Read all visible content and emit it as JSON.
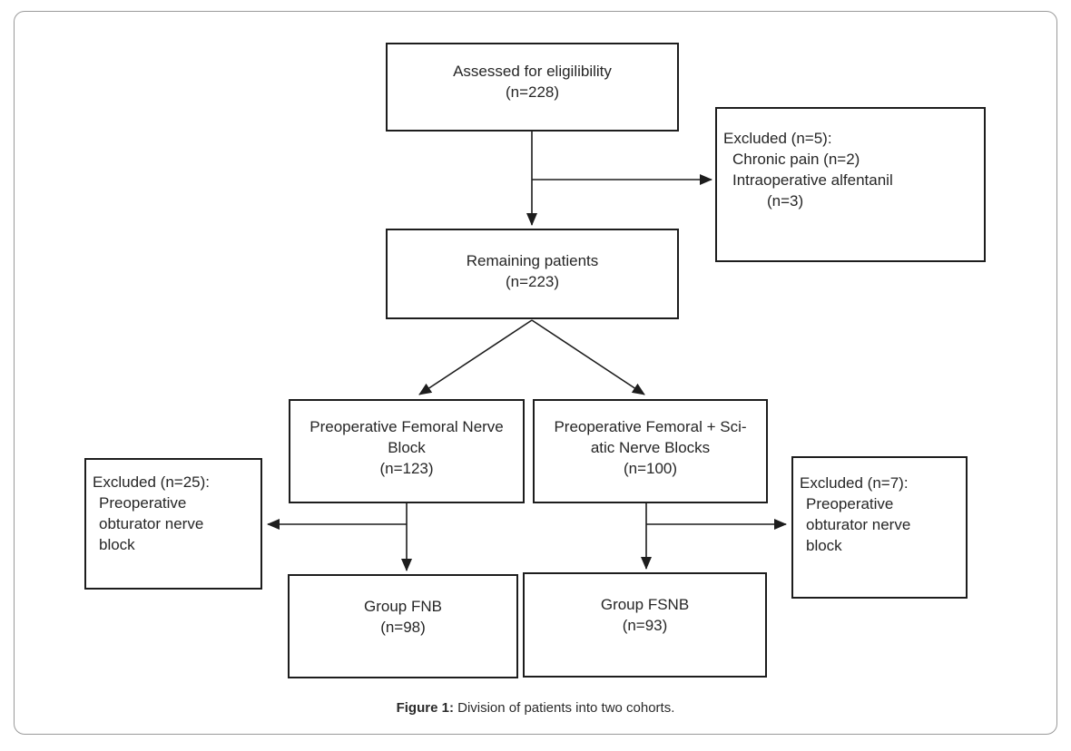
{
  "figure": {
    "caption_label": "Figure 1:",
    "caption_text": " Division of patients into two cohorts."
  },
  "boxes": {
    "assessed": {
      "line1": "Assessed for eligilibility",
      "line2": "(n=228)"
    },
    "excluded_top": {
      "line1": "Excluded (n=5):",
      "line2": "Chronic pain (n=2)",
      "line3": "Intraoperative alfentanil",
      "line4": "(n=3)"
    },
    "remaining": {
      "line1": "Remaining patients",
      "line2": "(n=223)"
    },
    "fnb_branch": {
      "line1": "Preoperative Femoral Nerve",
      "line2": "Block",
      "line3": "(n=123)"
    },
    "fsnb_branch": {
      "line1": "Preoperative Femoral + Sci-",
      "line2": "atic Nerve Blocks",
      "line3": "(n=100)"
    },
    "excluded_left": {
      "line1": "Excluded (n=25):",
      "line2": "Preoperative",
      "line3": "obturator nerve",
      "line4": "block"
    },
    "excluded_right": {
      "line1": "Excluded (n=7):",
      "line2": "Preoperative",
      "line3": "obturator nerve",
      "line4": "block"
    },
    "group_fnb": {
      "line1": "Group FNB",
      "line2": "(n=98)"
    },
    "group_fsnb": {
      "line1": "Group FSNB",
      "line2": "(n=93)"
    }
  },
  "colors": {
    "box_border": "#1d1d1d",
    "text": "#262626",
    "frame_border": "#9a9a9a",
    "background": "#ffffff",
    "arrow": "#1d1d1d"
  }
}
